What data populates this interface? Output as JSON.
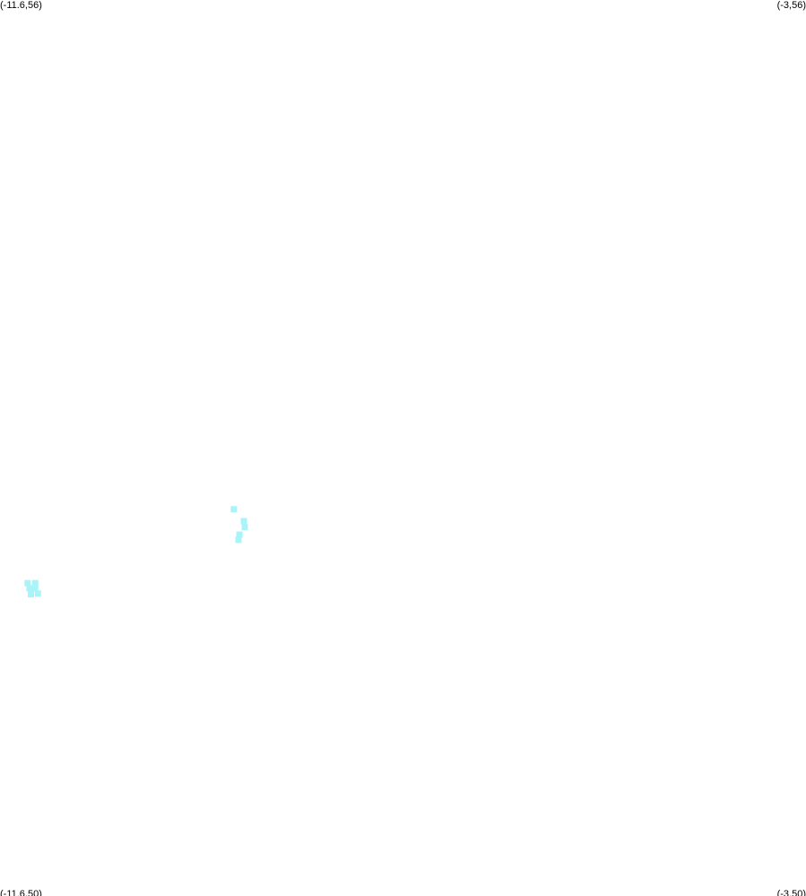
{
  "map": {
    "corners": {
      "top_left": "(-11.6,56)",
      "top_right": "(-3,56)",
      "bottom_left": "(-11.6,50)",
      "bottom_right": "(-3,50)"
    },
    "bounds": {
      "lon_min": -11.6,
      "lon_max": -3,
      "lat_min": 50,
      "lat_max": 56
    },
    "marker_color": "#a8f4f8",
    "points": [
      {
        "lon": -9.105,
        "lat": 52.59
      },
      {
        "lon": -8.998,
        "lat": 52.51
      },
      {
        "lon": -8.988,
        "lat": 52.47
      },
      {
        "lon": -9.045,
        "lat": 52.42
      },
      {
        "lon": -9.055,
        "lat": 52.385
      },
      {
        "lon": -11.305,
        "lat": 52.095
      },
      {
        "lon": -11.225,
        "lat": 52.095
      },
      {
        "lon": -11.285,
        "lat": 52.06
      },
      {
        "lon": -11.225,
        "lat": 52.06
      },
      {
        "lon": -11.27,
        "lat": 52.02
      },
      {
        "lon": -11.195,
        "lat": 52.025
      }
    ]
  }
}
